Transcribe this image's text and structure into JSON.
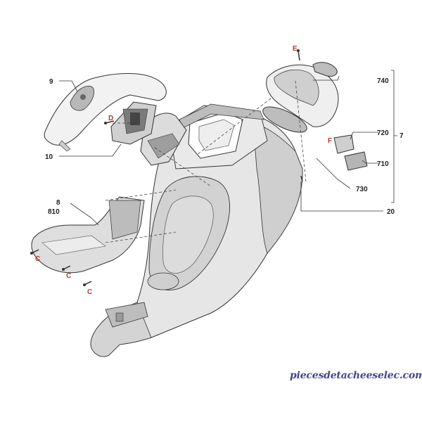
{
  "callouts": [
    {
      "id": "9",
      "text": "9"
    },
    {
      "id": "10",
      "text": "10"
    },
    {
      "id": "8",
      "text": "8"
    },
    {
      "id": "810",
      "text": "810"
    },
    {
      "id": "740",
      "text": "740"
    },
    {
      "id": "720",
      "text": "720"
    },
    {
      "id": "710",
      "text": "710"
    },
    {
      "id": "730",
      "text": "730"
    },
    {
      "id": "7",
      "text": "7"
    },
    {
      "id": "20",
      "text": "20"
    }
  ],
  "fastener_labels": [
    {
      "id": "E",
      "text": "E"
    },
    {
      "id": "D",
      "text": "D"
    },
    {
      "id": "F",
      "text": "F"
    },
    {
      "id": "C1",
      "text": "C"
    },
    {
      "id": "C2",
      "text": "C"
    },
    {
      "id": "C3",
      "text": "C"
    }
  ],
  "colors": {
    "fastener_label": "#b23a2e",
    "part_fill": "#e6e6e6",
    "part_shadow": "#cfcfcf",
    "watermark": "#3f4a8c"
  },
  "watermark": "piecesdetacheeselec.com"
}
